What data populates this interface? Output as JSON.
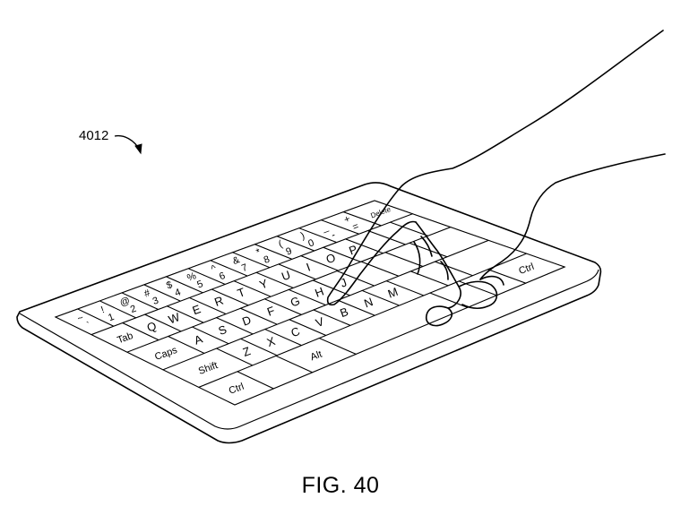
{
  "figure": {
    "reference_numeral": "4012",
    "caption": "FIG. 40"
  },
  "keyboard": {
    "rows": [
      [
        {
          "top": "~",
          "bottom": "`"
        },
        {
          "top": "!",
          "bottom": "1"
        },
        {
          "top": "@",
          "bottom": "2"
        },
        {
          "top": "#",
          "bottom": "3"
        },
        {
          "top": "$",
          "bottom": "4"
        },
        {
          "top": "%",
          "bottom": "5"
        },
        {
          "top": "^",
          "bottom": "6"
        },
        {
          "top": "&",
          "bottom": "7"
        },
        {
          "top": "*",
          "bottom": "8"
        },
        {
          "top": "(",
          "bottom": "9"
        },
        {
          "top": ")",
          "bottom": "0"
        },
        {
          "top": "_",
          "bottom": "-"
        },
        {
          "top": "+",
          "bottom": "="
        },
        {
          "top": "",
          "bottom": "Delete"
        }
      ],
      [
        {
          "label": "Tab"
        },
        {
          "label": "Q"
        },
        {
          "label": "W"
        },
        {
          "label": "E"
        },
        {
          "label": "R"
        },
        {
          "label": "T"
        },
        {
          "label": "Y"
        },
        {
          "label": "U"
        },
        {
          "label": "I"
        },
        {
          "label": "O"
        },
        {
          "label": "P"
        },
        {
          "label": ""
        },
        {
          "label": ""
        },
        {
          "label": ""
        }
      ],
      [
        {
          "label": "Caps"
        },
        {
          "label": "A"
        },
        {
          "label": "S"
        },
        {
          "label": "D"
        },
        {
          "label": "F"
        },
        {
          "label": "G"
        },
        {
          "label": "H"
        },
        {
          "label": "J"
        },
        {
          "label": ""
        },
        {
          "label": ""
        },
        {
          "label": ""
        },
        {
          "label": ""
        }
      ],
      [
        {
          "label": "Shift"
        },
        {
          "label": "Z"
        },
        {
          "label": "X"
        },
        {
          "label": "C"
        },
        {
          "label": "V"
        },
        {
          "label": "B"
        },
        {
          "label": "N"
        },
        {
          "label": "M"
        },
        {
          "label": ""
        },
        {
          "label": ""
        },
        {
          "label": ""
        }
      ],
      [
        {
          "label": "Ctrl"
        },
        {
          "label": ""
        },
        {
          "label": "Alt"
        },
        {
          "label": ""
        },
        {
          "label": ""
        },
        {
          "label": ""
        },
        {
          "label": "Ctrl"
        }
      ]
    ]
  }
}
